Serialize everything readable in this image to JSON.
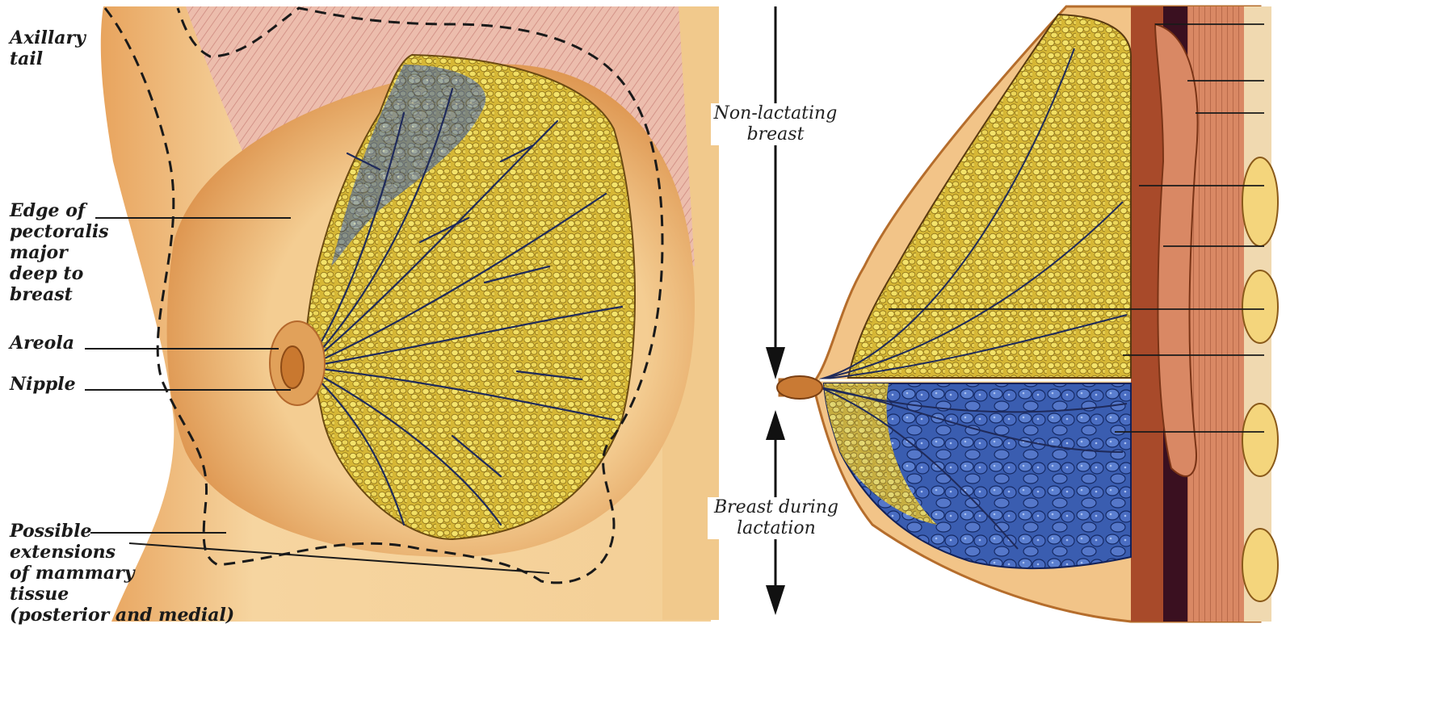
{
  "labels_left": {
    "axillary_tail": [
      "Axillary",
      "tail"
    ],
    "edge_pectoralis": [
      "Edge of",
      "pectoralis",
      "major",
      "deep to",
      "breast"
    ],
    "areola": "Areola",
    "nipple": "Nipple",
    "possible_extensions": [
      "Possible",
      "extensions",
      "of mammary",
      "tissue",
      "(posterior and medial)"
    ]
  },
  "labels_center": {
    "non_lactating": [
      "Non-lactating",
      "breast"
    ],
    "lactating": [
      "Breast during",
      "lactation"
    ]
  },
  "colors": {
    "skin": "#f3c68a",
    "skin_shadow": "#d98f4a",
    "muscle": "#e7a7a0",
    "gland_fat": "#d7bf3a",
    "lactating_lobule": "#2d4fa0",
    "duct": "#1f2a5a",
    "rib_tissue": "#c87c4e"
  }
}
